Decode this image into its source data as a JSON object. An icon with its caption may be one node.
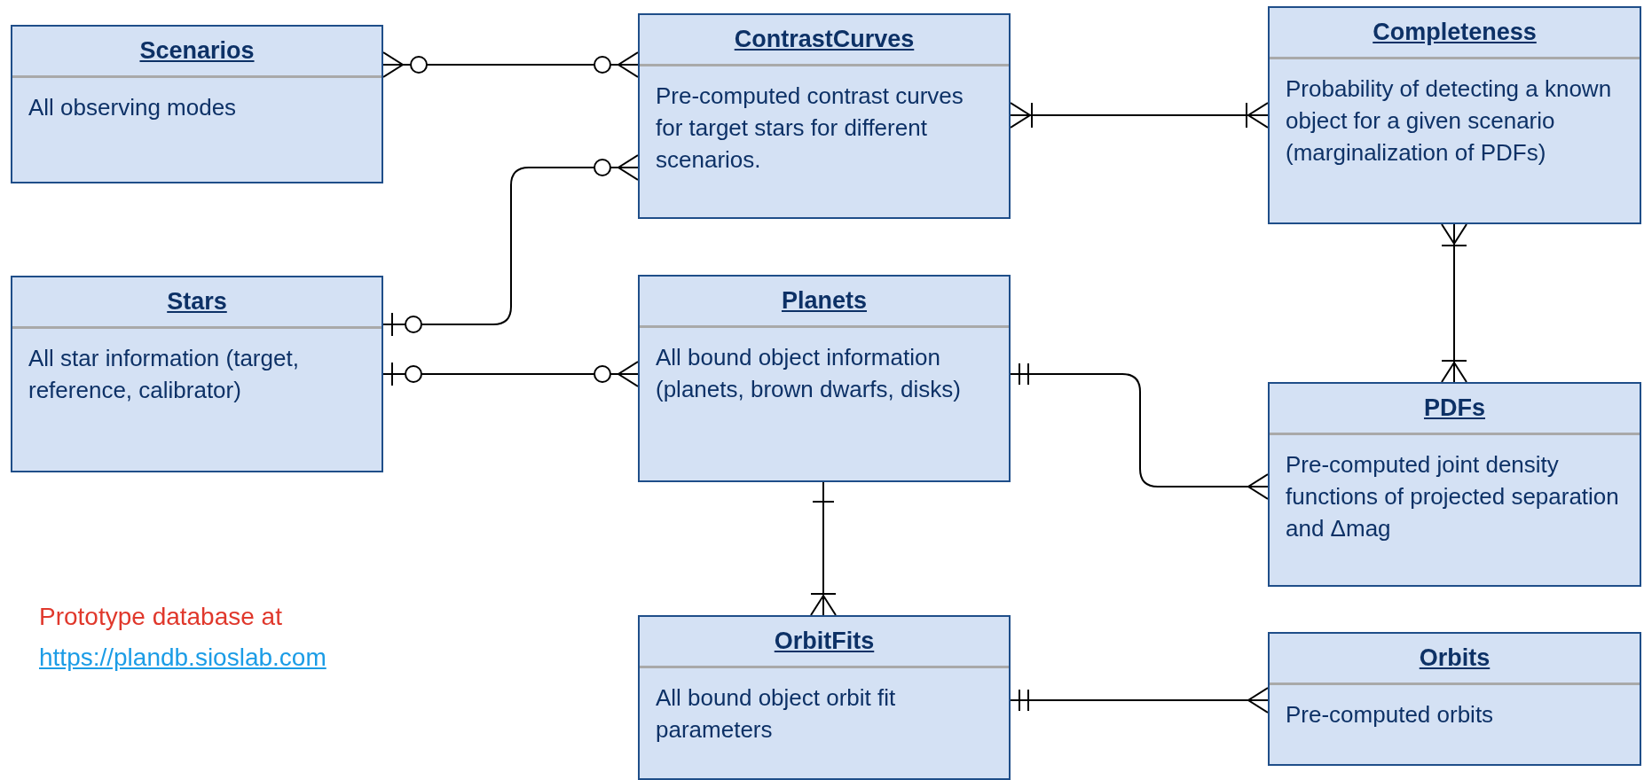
{
  "diagram": {
    "nodes": [
      {
        "text": [
          "Scenarios",
          "All observing modes"
        ]
      },
      {
        "text": [
          "ContrastCurves",
          "Pre-computed contrast curves for target stars for different scenarios."
        ]
      },
      {
        "text": [
          "Completeness",
          "Probability of detecting a known object for a given scenario (marginalization of PDFs)"
        ]
      },
      {
        "text": [
          "Stars",
          "All star information (target, reference, calibrator)"
        ]
      },
      {
        "text": [
          "Planets",
          "All bound object information (planets, brown dwarfs, disks)"
        ]
      },
      {
        "text": [
          "PDFs",
          "Pre-computed joint density functions of projected separation and Δmag"
        ]
      },
      {
        "text": [
          "OrbitFits",
          "All bound object orbit fit parameters"
        ]
      },
      {
        "text": [
          "Orbits",
          "Pre-computed orbits"
        ]
      }
    ],
    "edges": [
      {
        "from": 0,
        "to": 1,
        "arrow": "other"
      },
      {
        "from": 3,
        "to": 1,
        "arrow": "other"
      },
      {
        "from": 3,
        "to": 4,
        "arrow": "other"
      },
      {
        "from": 1,
        "to": 2,
        "arrow": "other"
      },
      {
        "from": 2,
        "to": 5,
        "arrow": "other"
      },
      {
        "from": 4,
        "to": 5,
        "arrow": "other"
      },
      {
        "from": 4,
        "to": 6,
        "arrow": "other"
      },
      {
        "from": 6,
        "to": 7,
        "arrow": "other"
      }
    ],
    "labels": [
      "Prototype database at",
      "https://plandb.sioslab.com"
    ]
  }
}
